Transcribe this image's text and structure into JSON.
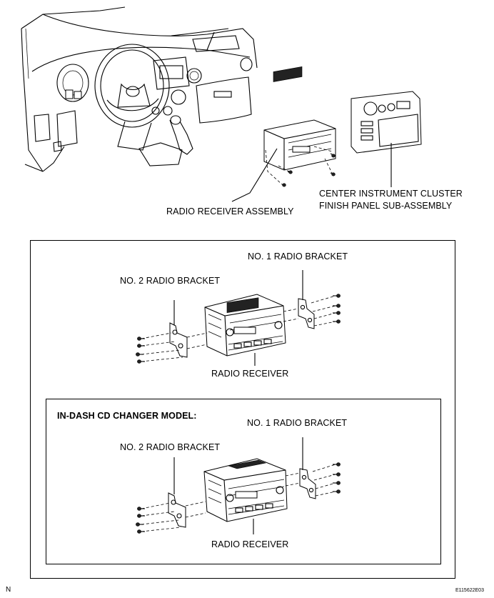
{
  "labels": {
    "radio_receiver_assembly": "RADIO RECEIVER ASSEMBLY",
    "center_panel_line1": "CENTER INSTRUMENT CLUSTER",
    "center_panel_line2": "FINISH PANEL SUB-ASSEMBLY",
    "no1_bracket_upper": "NO. 1 RADIO BRACKET",
    "no2_bracket_upper": "NO. 2 RADIO BRACKET",
    "radio_receiver_upper": "RADIO RECEIVER",
    "cd_changer_title": "IN-DASH CD CHANGER MODEL:",
    "no1_bracket_lower": "NO. 1 RADIO BRACKET",
    "no2_bracket_lower": "NO. 2 RADIO BRACKET",
    "radio_receiver_lower": "RADIO RECEIVER",
    "corner_n": "N",
    "figure_code": "E115622E03"
  }
}
